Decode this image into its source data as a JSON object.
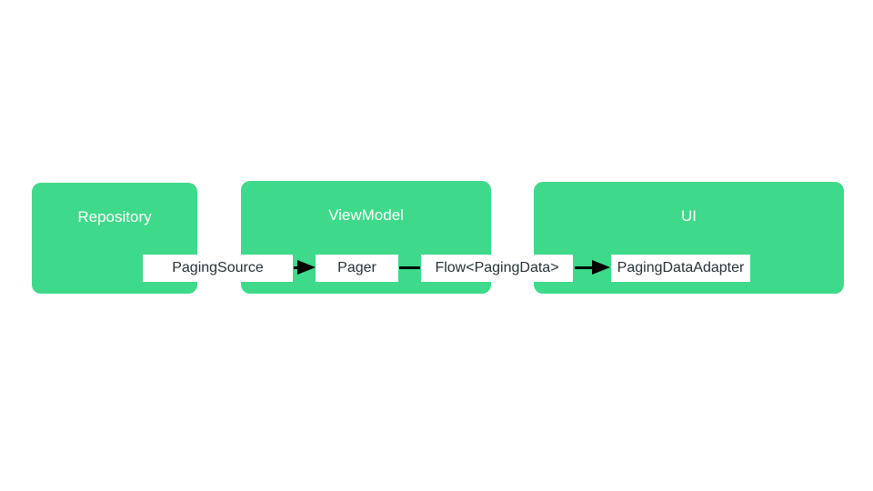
{
  "diagram": {
    "colors": {
      "green": "#3ed98a",
      "label_text": "#263238",
      "title_text": "#ffffff",
      "arrow": "#000000",
      "background": "#ffffff",
      "box_fill": "#ffffff"
    },
    "layers": [
      {
        "label": "Repository"
      },
      {
        "label": "ViewModel"
      },
      {
        "label": "UI"
      }
    ],
    "components": [
      {
        "label": "PagingSource"
      },
      {
        "label": "Pager"
      },
      {
        "label": "Flow<PagingData>"
      },
      {
        "label": "PagingDataAdapter"
      }
    ],
    "connectors": [
      {
        "from": "PagingSource",
        "to": "Pager",
        "arrowhead": true
      },
      {
        "from": "Pager",
        "to": "Flow<PagingData>",
        "arrowhead": false
      },
      {
        "from": "Flow<PagingData>",
        "to": "PagingDataAdapter",
        "arrowhead": true
      }
    ]
  }
}
